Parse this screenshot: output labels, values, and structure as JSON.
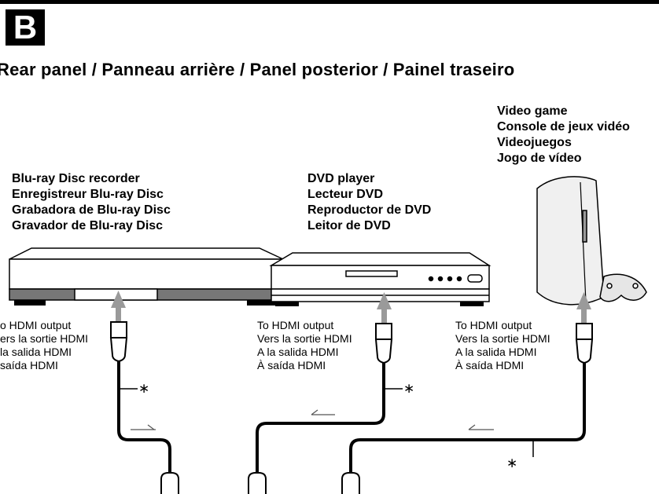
{
  "section_letter": "B",
  "heading": "Rear panel / Panneau arrière / Panel posterior / Painel traseiro",
  "devices": {
    "bluray": {
      "name_en": "Blu-ray Disc recorder",
      "name_fr": "Enregistreur Blu-ray Disc",
      "name_es": "Grabadora de Blu-ray Disc",
      "name_pt": "Gravador de Blu-ray Disc",
      "conn_en": "o HDMI output",
      "conn_fr": "ers la sortie HDMI",
      "conn_es": " la salida HDMI",
      "conn_pt": " saída HDMI"
    },
    "dvd": {
      "name_en": "DVD player",
      "name_fr": "Lecteur DVD",
      "name_es": "Reproductor de DVD",
      "name_pt": "Leitor de DVD",
      "conn_en": "To HDMI output",
      "conn_fr": "Vers la sortie HDMI",
      "conn_es": "A la salida HDMI",
      "conn_pt": "À saída HDMI"
    },
    "game": {
      "name_en": "Video game",
      "name_fr": "Console de jeux vidéo",
      "name_es": "Videojuegos",
      "name_pt": "Jogo de vídeo",
      "conn_en": "To HDMI output",
      "conn_fr": "Vers la sortie HDMI",
      "conn_es": "A la salida HDMI",
      "conn_pt": "À saída HDMI"
    }
  },
  "cable_mark": "∗"
}
